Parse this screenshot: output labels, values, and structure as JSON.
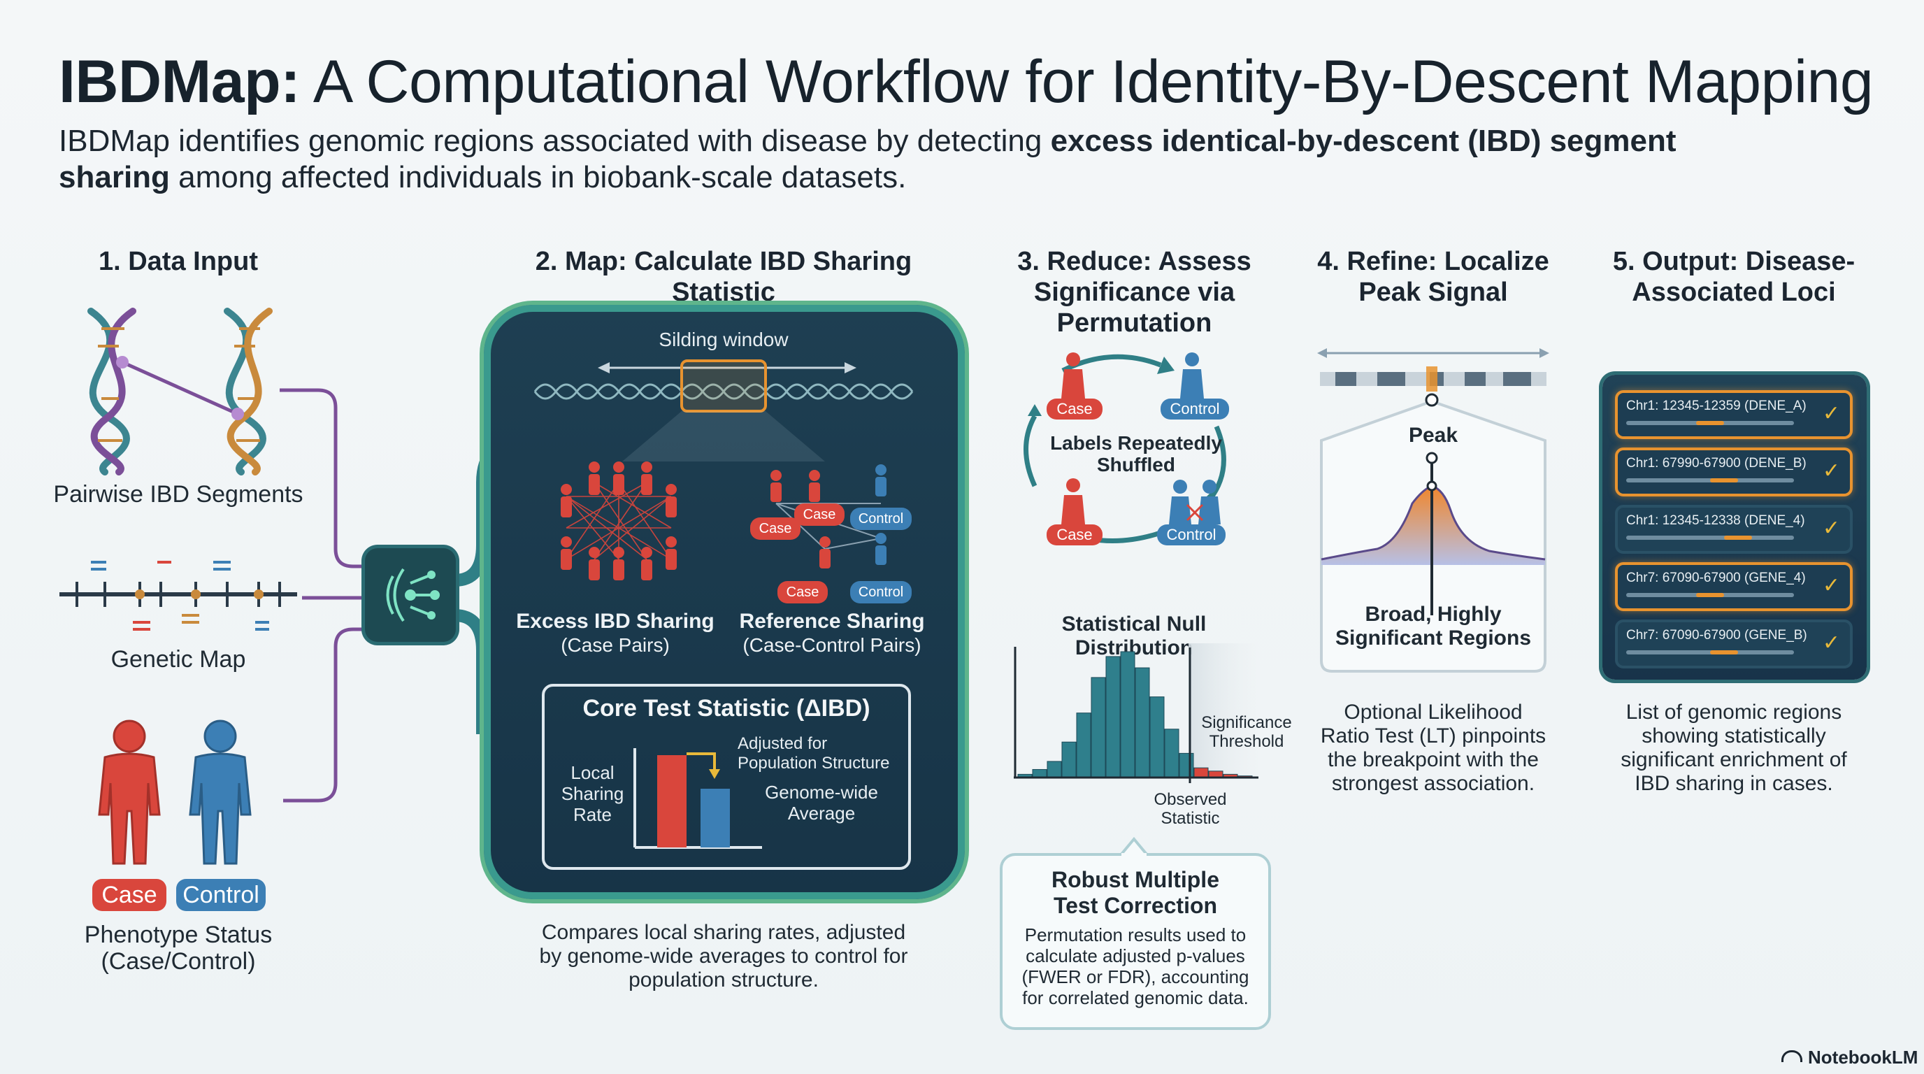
{
  "header": {
    "title_bold": "IBDMap:",
    "title_rest": " A Computational Workflow for Identity-By-Descent Mapping",
    "subtitle_pre": "IBDMap identifies genomic regions associated with disease by detecting ",
    "subtitle_bold1": "excess identical-by-descent (IBD) segment",
    "subtitle_bold2": "sharing",
    "subtitle_post": " among affected individuals in biobank-scale datasets."
  },
  "stage1": {
    "title": "1. Data Input",
    "pairwise_label": "Pairwise IBD Segments",
    "genetic_map_label": "Genetic Map",
    "case_pill": "Case",
    "control_pill": "Control",
    "phenotype_label_line1": "Phenotype Status",
    "phenotype_label_line2": "(Case/Control)"
  },
  "stage2": {
    "title": "2. Map: Calculate IBD Sharing Statistic",
    "window_label": "Silding window",
    "excess_title": "Excess IBD Sharing",
    "excess_sub": "(Case Pairs)",
    "reference_title": "Reference Sharing",
    "reference_sub": "(Case-Control Pairs)",
    "pill_case": "Case",
    "pill_control": "Control",
    "core_title": "Core Test Statistic (ΔIBD)",
    "adjusted_line1": "Adjusted for",
    "adjusted_line2": "Population Structure",
    "local_line1": "Local",
    "local_line2": "Sharing",
    "local_line3": "Rate",
    "genome_line1": "Genome-wide",
    "genome_line2": "Average",
    "caption_line1": "Compares local sharing rates, adjusted",
    "caption_line2": "by genome-wide averages to control for",
    "caption_line3": "population structure."
  },
  "stage3": {
    "title_line1": "3. Reduce: Assess",
    "title_line2": "Significance via",
    "title_line3": "Permutation",
    "case_pill": "Case",
    "control_pill": "Control",
    "shuffle_line1": "Labels Repeatedly",
    "shuffle_line2": "Shuffled",
    "null_title": "Statistical Null Distribution",
    "threshold_line1": "Significance",
    "threshold_line2": "Threshold",
    "observed_line1": "Observed",
    "observed_line2": "Statistic",
    "correction_title_line1": "Robust Multiple",
    "correction_title_line2": "Test Correction",
    "correction_line1": "Permutation results used to",
    "correction_line2": "calculate adjusted p-values",
    "correction_line3": "(FWER or FDR), accounting",
    "correction_line4": "for correlated genomic data."
  },
  "stage4": {
    "title_line1": "4. Refine: Localize",
    "title_line2": "Peak Signal",
    "peak_label": "Peak",
    "region_line1": "Broad, Highly",
    "region_line2": "Significant Regions",
    "caption_line1": "Optional Likelihood",
    "caption_line2": "Ratio Test (LT) pinpoints",
    "caption_line3": "the breakpoint with the",
    "caption_line4": "strongest association."
  },
  "stage5": {
    "title_line1": "5. Output: Disease-",
    "title_line2": "Associated Loci",
    "loci": [
      {
        "label": "Chr1: 12345-12359 (DENE_A)",
        "highlight": true
      },
      {
        "label": "Chr1: 67990-67900 (DENE_B)",
        "highlight": true
      },
      {
        "label": "Chr1: 12345-12338 (DENE_4)",
        "highlight": false
      },
      {
        "label": "Chr7: 67090-67900 (GENE_4)",
        "highlight": true
      },
      {
        "label": "Chr7: 67090-67900 (GENE_B)",
        "highlight": false
      }
    ],
    "caption_line1": "List of genomic regions",
    "caption_line2": "showing statistically",
    "caption_line3": "significant enrichment of",
    "caption_line4": "IBD sharing in cases."
  },
  "histogram": {
    "values": [
      2,
      5,
      10,
      22,
      40,
      62,
      75,
      78,
      68,
      50,
      30,
      15,
      6,
      4,
      2,
      1
    ]
  },
  "footer": {
    "brand": "NotebookLM"
  },
  "colors": {
    "case_red": "#d9463c",
    "control_blue": "#3c7fb5",
    "panel_dark": "#1f3c4f",
    "accent_orange": "#e8932f",
    "teal": "#2f7f86"
  }
}
